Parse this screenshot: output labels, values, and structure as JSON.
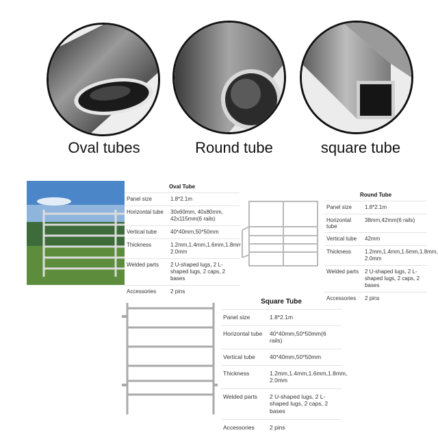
{
  "tubes": [
    {
      "label": "Oval tubes"
    },
    {
      "label": "Round tube"
    },
    {
      "label": "square tube"
    }
  ],
  "oval": {
    "title": "Oval Tube",
    "rows": [
      {
        "k": "Panel size",
        "v": "1.8*2.1m"
      },
      {
        "k": "Horizontal tube",
        "v": "30x60mm, 40x80mm, 42x115mm(6 rails)"
      },
      {
        "k": "Vertical tube",
        "v": "40*40mm,50*50mm"
      },
      {
        "k": "Thickness",
        "v": "1.2mm,1.4mm,1.6mm,1.8mm, 2.0mm"
      },
      {
        "k": "Welded parts",
        "v": "2 U-shaped lugs, 2 L-shaped lugs, 2 caps, 2 bases"
      },
      {
        "k": "Accessories",
        "v": "2 pins"
      }
    ]
  },
  "round": {
    "title": "Round Tube",
    "rows": [
      {
        "k": "Panel size",
        "v": "1.8*2.1m"
      },
      {
        "k": "Horizontal tube",
        "v": "38mm,42mm(6 rails)"
      },
      {
        "k": "Vertical tube",
        "v": "42mm"
      },
      {
        "k": "Thickness",
        "v": "1.2mm,1.4mm,1.6mm,1.8mm, 2.0mm"
      },
      {
        "k": "Welded parts",
        "v": "2 U-shaped lugs, 2 L-shaped lugs, 2 caps, 2 bases"
      },
      {
        "k": "Accessories",
        "v": "2 pins"
      }
    ]
  },
  "square": {
    "title": "Square Tube",
    "rows": [
      {
        "k": "Panel size",
        "v": "1.8*2.1m"
      },
      {
        "k": "Horizontal tube",
        "v": "40*40mm,50*50mm(6 rails)"
      },
      {
        "k": "Vertical tube",
        "v": "40*40mm,50*50mm"
      },
      {
        "k": "Thickness",
        "v": "1.2mm,1.4mm,1.6mm,1.8mm, 2.0mm"
      },
      {
        "k": "Welded parts",
        "v": "2 U-shaped lugs, 2 L-shaped lugs, 2 caps, 2 bases"
      },
      {
        "k": "Accessories",
        "v": "2 pins"
      }
    ]
  }
}
